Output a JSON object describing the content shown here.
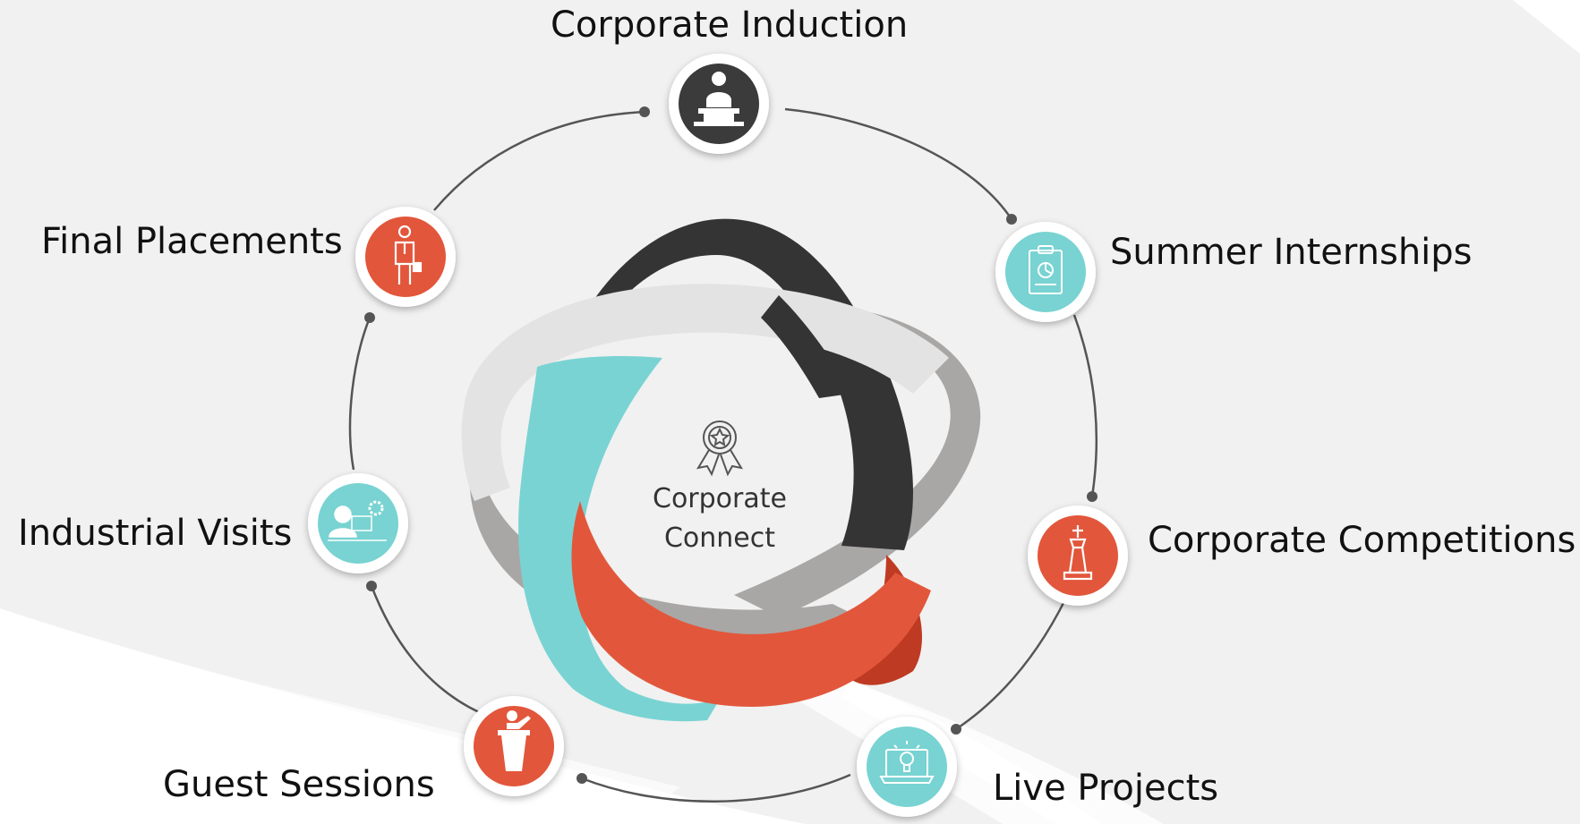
{
  "diagram": {
    "center_label": [
      "Corporate",
      "Connect"
    ],
    "center_icon": "award-ribbon-star-icon",
    "nodes": [
      {
        "id": "corporate-induction",
        "label": "Corporate Induction",
        "icon": "presenter-podium-icon",
        "color": "#3a3a3b"
      },
      {
        "id": "summer-internships",
        "label": "Summer Internships",
        "icon": "clipboard-chart-icon",
        "color": "#78d3d2"
      },
      {
        "id": "corporate-competitions",
        "label": "Corporate Competitions",
        "icon": "chess-king-icon",
        "color": "#e2563a"
      },
      {
        "id": "live-projects",
        "label": "Live Projects",
        "icon": "laptop-lightbulb-icon",
        "color": "#78d3d2"
      },
      {
        "id": "guest-sessions",
        "label": "Guest Sessions",
        "icon": "speaker-lectern-icon",
        "color": "#e2563a"
      },
      {
        "id": "industrial-visits",
        "label": "Industrial Visits",
        "icon": "worker-gear-icon",
        "color": "#78d3d2"
      },
      {
        "id": "final-placements",
        "label": "Final Placements",
        "icon": "businessman-icon",
        "color": "#e2563a"
      }
    ],
    "ribbon_colors": {
      "dark": "#343435",
      "light_grey": "#e3e3e3",
      "mid_grey": "#a9a7a6",
      "teal": "#7ad3d3",
      "orange": "#e2573b",
      "orange_dark": "#bf3a22"
    }
  }
}
